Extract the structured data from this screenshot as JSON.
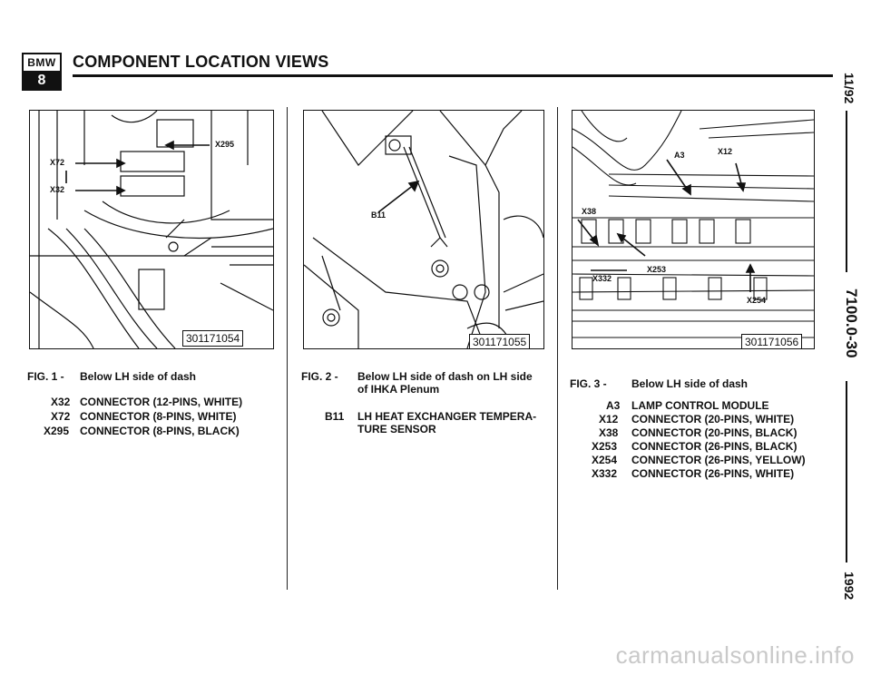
{
  "header": {
    "logo_top": "BMW",
    "logo_bottom": "8",
    "title": "COMPONENT LOCATION VIEWS"
  },
  "side_margin": {
    "date": "11/92",
    "section": "7100.0-30",
    "year": "1992"
  },
  "figures": [
    {
      "image_id": "301171054",
      "callouts": [
        "X295",
        "X72",
        "X32"
      ],
      "caption": {
        "fig_label": "FIG. 1 -",
        "title": "Below LH side of dash",
        "items": [
          {
            "code": "X32",
            "text": "CONNECTOR (12-PINS, WHITE)"
          },
          {
            "code": "X72",
            "text": "CONNECTOR (8-PINS, WHITE)"
          },
          {
            "code": "X295",
            "text": "CONNECTOR (8-PINS, BLACK)"
          }
        ]
      }
    },
    {
      "image_id": "301171055",
      "callouts": [
        "B11"
      ],
      "caption": {
        "fig_label": "FIG. 2 -",
        "title_line1": "Below LH side of dash on LH side",
        "title_line2": "of IHKA Plenum",
        "items": [
          {
            "code": "B11",
            "text_line1": "LH HEAT EXCHANGER TEMPERA-",
            "text_line2": "TURE SENSOR"
          }
        ]
      }
    },
    {
      "image_id": "301171056",
      "callouts": [
        "A3",
        "X12",
        "X38",
        "X253",
        "X332",
        "X254"
      ],
      "caption": {
        "fig_label": "FIG. 3 -",
        "title": "Below LH side of dash",
        "items": [
          {
            "code": "A3",
            "text": "LAMP CONTROL MODULE"
          },
          {
            "code": "X12",
            "text": "CONNECTOR (20-PINS, WHITE)"
          },
          {
            "code": "X38",
            "text": "CONNECTOR (20-PINS, BLACK)"
          },
          {
            "code": "X253",
            "text": "CONNECTOR (26-PINS, BLACK)"
          },
          {
            "code": "X254",
            "text": "CONNECTOR (26-PINS, YELLOW)"
          },
          {
            "code": "X332",
            "text": "CONNECTOR (26-PINS, WHITE)"
          }
        ]
      }
    }
  ],
  "watermark": "carmanualsonline.info"
}
